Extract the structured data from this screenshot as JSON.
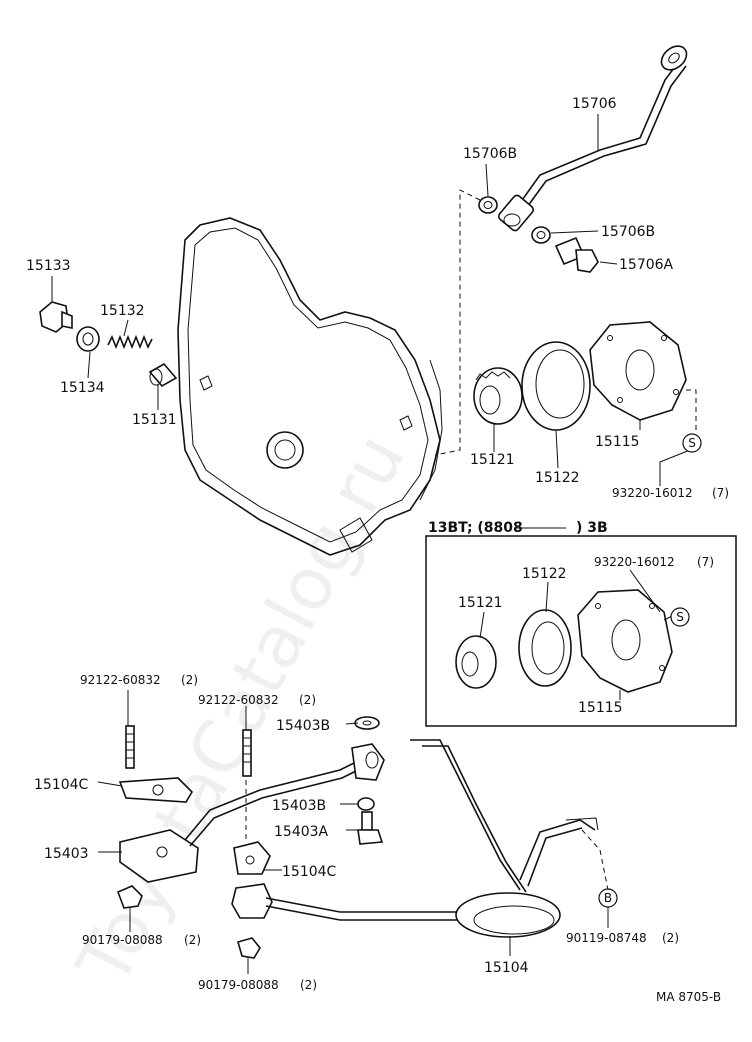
{
  "watermark": "ToyotaCatalog.ru",
  "labels": {
    "l15706": "15706",
    "l15706b_top": "15706B",
    "l15706b_right": "15706B",
    "l15706a": "15706A",
    "l15133": "15133",
    "l15132": "15132",
    "l15134": "15134",
    "l15131": "15131",
    "l15121": "15121",
    "l15122": "15122",
    "l15115": "15115",
    "l93220": "93220-16012",
    "l93220_qty": "(7)",
    "inset_title_a": "13BT; (8808",
    "inset_title_b": ") 3B",
    "inset_15122": "15122",
    "inset_15121": "15121",
    "inset_93220": "93220-16012",
    "inset_93220_qty": "(7)",
    "inset_15115": "15115",
    "l92122_a": "92122-60832",
    "l92122_a_qty": "(2)",
    "l92122_b": "92122-60832",
    "l92122_b_qty": "(2)",
    "l15403b_top": "15403B",
    "l15104c_left": "15104C",
    "l15403b_mid": "15403B",
    "l15403a": "15403A",
    "l15403": "15403",
    "l15104c_right": "15104C",
    "l90179_a": "90179-08088",
    "l90179_a_qty": "(2)",
    "l90179_b": "90179-08088",
    "l90179_b_qty": "(2)",
    "l15104": "15104",
    "l90119": "90119-08748",
    "l90119_qty": "(2)",
    "footer": "MA  8705-B"
  },
  "symbols": {
    "s_main": "S",
    "s_inset": "S",
    "b_symbol": "B"
  }
}
